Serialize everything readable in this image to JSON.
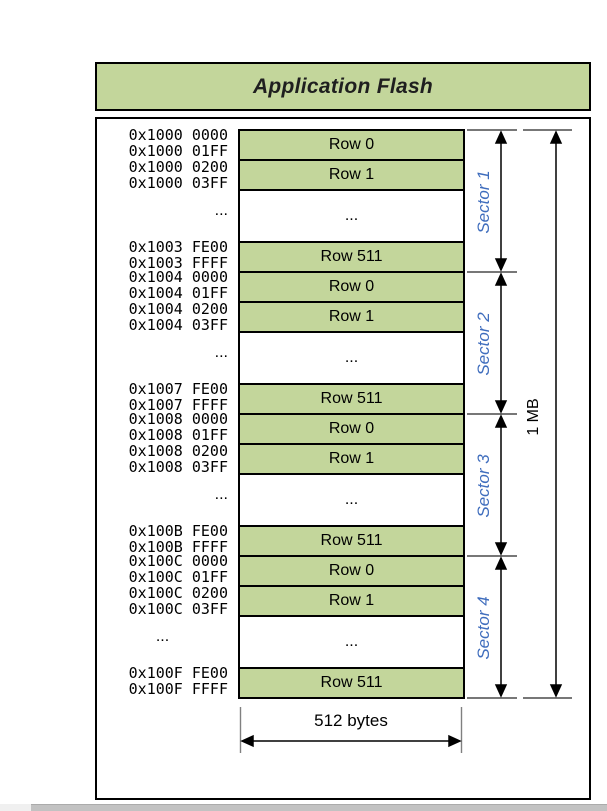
{
  "title": "Application Flash",
  "sectors": [
    {
      "label": "Sector 1",
      "start_addresses": [
        "0x1000 0000",
        "0x1000 01FF",
        "0x1000 0200",
        "0x1000 03FF"
      ],
      "ellipsis": "...",
      "end_addresses": [
        "0x1003 FE00",
        "0x1003 FFFF"
      ],
      "rows": [
        "Row 0",
        "Row 1",
        "...",
        "Row 511"
      ]
    },
    {
      "label": "Sector 2",
      "start_addresses": [
        "0x1004 0000",
        "0x1004 01FF",
        "0x1004 0200",
        "0x1004 03FF"
      ],
      "ellipsis": "...",
      "end_addresses": [
        "0x1007 FE00",
        "0x1007 FFFF"
      ],
      "rows": [
        "Row 0",
        "Row 1",
        "...",
        "Row 511"
      ]
    },
    {
      "label": "Sector 3",
      "start_addresses": [
        "0x1008 0000",
        "0x1008 01FF",
        "0x1008 0200",
        "0x1008 03FF"
      ],
      "ellipsis": "...",
      "end_addresses": [
        "0x100B FE00",
        "0x100B FFFF"
      ],
      "rows": [
        "Row 0",
        "Row 1",
        "...",
        "Row 511"
      ]
    },
    {
      "label": "Sector 4",
      "start_addresses": [
        "0x100C 0000",
        "0x100C 01FF",
        "0x100C 0200",
        "0x100C 03FF"
      ],
      "ellipsis": "...",
      "end_addresses": [
        "0x100F FE00",
        "0x100F FFFF"
      ],
      "rows": [
        "Row 0",
        "Row 1",
        "...",
        "Row 511"
      ]
    }
  ],
  "annotations": {
    "total_size": "1 MB",
    "row_width": "512 bytes"
  },
  "colors": {
    "band_green": "#c3d69b",
    "sector_blue": "#3f6dbd",
    "border_black": "#000000",
    "tick_gray": "#4a4a4a",
    "witness_gray": "#808080"
  }
}
